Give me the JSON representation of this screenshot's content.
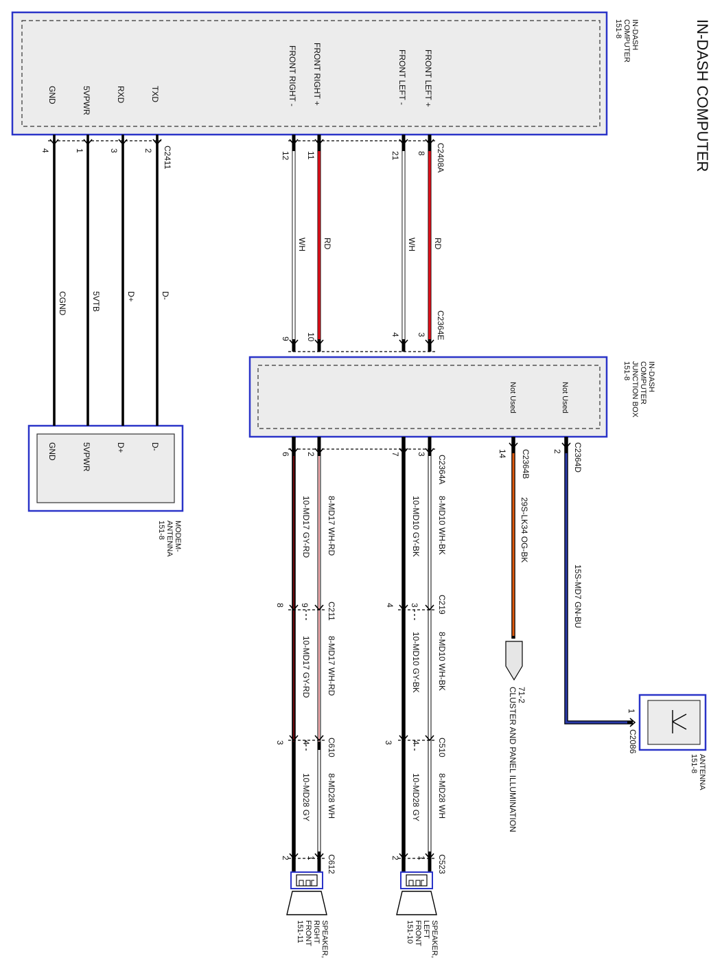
{
  "title": "IN-DASH COMPUTER",
  "colors": {
    "box_border": "#2a34c8",
    "box_fill": "#ececec",
    "red": "#e0101a",
    "orange": "#e05a10",
    "blue": "#2a3aa8",
    "black": "#000000"
  },
  "components": {
    "idc": {
      "l1": "IN-DASH",
      "l2": "COMPUTER",
      "l3": "151-8"
    },
    "jbox": {
      "l1": "IN-DASH",
      "l2": "COMPUTER",
      "l3": "JUNCTION BOX",
      "l4": "151-8"
    },
    "modem": {
      "l1": "MODEM-",
      "l2": "ANTENNA",
      "l3": "151-8"
    },
    "antenna": {
      "l1": "ANTENNA",
      "l2": "151-8"
    },
    "spk_lf": {
      "l1": "SPEAKER,",
      "l2": "LEFT",
      "l3": "FRONT",
      "l4": "151-10"
    },
    "spk_rf": {
      "l1": "SPEAKER,",
      "l2": "RIGHT",
      "l3": "FRONT",
      "l4": "151-11"
    },
    "cluster": {
      "l1": "71-2",
      "l2": "CLUSTER AND PANEL ILLUMINATION"
    }
  },
  "pins": {
    "idc": {
      "fl_pos": "FRONT LEFT +",
      "fl_neg": "FRONT LEFT -",
      "fr_pos": "FRONT RIGHT +",
      "fr_neg": "FRONT RIGHT -",
      "txd": "TXD",
      "rxd": "RXD",
      "pwr": "5VPWR",
      "gnd": "GND"
    },
    "jbox": {
      "nu1": "Not Used",
      "nu2": "Not Used"
    },
    "modem": {
      "dm": "D-",
      "dp": "D+",
      "pwr": "5VPWR",
      "gnd": "GND"
    }
  },
  "connectors": {
    "c2408a": "C2408A",
    "c2364e": "C2364E",
    "c2411": "C2411",
    "c2364d": "C2364D",
    "c2364b": "C2364B",
    "c2364a": "C2364A",
    "c219": "C219",
    "c211": "C211",
    "c510": "C510",
    "c610": "C610",
    "c523": "C523",
    "c612": "C612",
    "c2086": "C2086"
  },
  "pin_numbers": {
    "c2408a": [
      "8",
      "21",
      "11",
      "12"
    ],
    "c2364e": [
      "3",
      "4",
      "10",
      "9"
    ],
    "c2411": [
      "2",
      "3",
      "1",
      "4"
    ],
    "c2364d": "2",
    "c2364b": "14",
    "c2364a": [
      "3",
      "7",
      "2",
      "6"
    ],
    "c219": [
      "3",
      "4"
    ],
    "c211": [
      "9",
      "8"
    ],
    "c510": [
      "4",
      "3"
    ],
    "c610": [
      "4",
      "3"
    ],
    "c523": [
      "1",
      "2"
    ],
    "c612": [
      "1",
      "2"
    ],
    "c2086": "1"
  },
  "wires": {
    "rd1": "RD",
    "wh1": "WH",
    "rd2": "RD",
    "wh2": "WH",
    "dminus": "D-",
    "dplus": "D+",
    "vtb": "5VTB",
    "cgnd": "CGND",
    "md7": "15S-MD7 GN-BU",
    "lk34": "29S-LK34 OG-BK",
    "md10_wh": "8-MD10 WH-BK",
    "md10_gy": "10-MD10 GY-BK",
    "md17_wh": "8-MD17 WH-RD",
    "md17_gy": "10-MD17 GY-RD",
    "md10_wh2": "8-MD10 WH-BK",
    "md10_gy2": "10-MD10 GY-BK",
    "md17_wh2": "8-MD17 WH-RD",
    "md17_gy2": "10-MD17 GY-RD",
    "md28_wh": "8-MD28 WH",
    "md28_gy": "10-MD28 GY",
    "md28_wh2": "8-MD28 WH",
    "md28_gy2": "10-MD28 GY"
  }
}
